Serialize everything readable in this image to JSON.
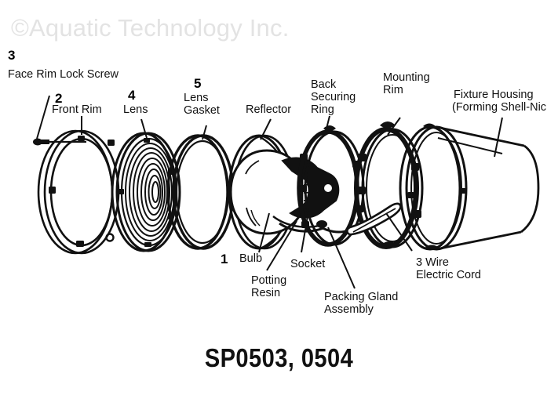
{
  "watermark": {
    "text": "©Aquatic Technology Inc."
  },
  "title": {
    "text": "SP0503, 0504"
  },
  "diagram": {
    "kind": "exploded-parts-diagram",
    "subject": "Underwater pool light fixture",
    "ink_color": "#111111",
    "background_color": "#ffffff",
    "watermark_color": "#e3e3e3"
  },
  "callouts": [
    {
      "key": "face_rim_lock_screw",
      "number": "3",
      "label": "Face Rim Lock Screw"
    },
    {
      "key": "front_rim",
      "number": "2",
      "label": "Front Rim"
    },
    {
      "key": "lens",
      "number": "4",
      "label": "Lens"
    },
    {
      "key": "lens_gasket",
      "number": "5",
      "label": "Lens\nGasket"
    },
    {
      "key": "reflector",
      "number": "",
      "label": "Reflector"
    },
    {
      "key": "back_securing_ring",
      "number": "",
      "label": "Back\nSecuring\nRing"
    },
    {
      "key": "mounting_rim",
      "number": "",
      "label": "Mounting\nRim"
    },
    {
      "key": "fixture_housing",
      "number": "",
      "label": "Fixture Housing\n(Forming Shell-Nic"
    },
    {
      "key": "bulb",
      "number": "1",
      "label": "Bulb"
    },
    {
      "key": "potting_resin",
      "number": "",
      "label": "Potting\nResin"
    },
    {
      "key": "socket",
      "number": "",
      "label": "Socket"
    },
    {
      "key": "packing_gland_assembly",
      "number": "",
      "label": "Packing Gland\nAssembly"
    },
    {
      "key": "electric_cord",
      "number": "",
      "label": "3 Wire\nElectric Cord"
    }
  ],
  "labels": {
    "face_rim_lock_screw": "Face Rim Lock Screw",
    "front_rim": "Front Rim",
    "lens": "Lens",
    "lens_gasket_line1": "Lens",
    "lens_gasket_line2": "Gasket",
    "reflector": "Reflector",
    "back_line1": "Back",
    "back_line2": "Securing",
    "back_line3": "Ring",
    "mounting_line1": "Mounting",
    "mounting_line2": "Rim",
    "housing_line1": "Fixture Housing",
    "housing_line2": "(Forming Shell-Nic",
    "bulb": "Bulb",
    "socket": "Socket",
    "potting_line1": "Potting",
    "potting_line2": "Resin",
    "packing_line1": "Packing Gland",
    "packing_line2": "Assembly",
    "cord_line1": "3 Wire",
    "cord_line2": "Electric Cord"
  },
  "numbers": {
    "three": "3",
    "two": "2",
    "four": "4",
    "five": "5",
    "one": "1"
  }
}
